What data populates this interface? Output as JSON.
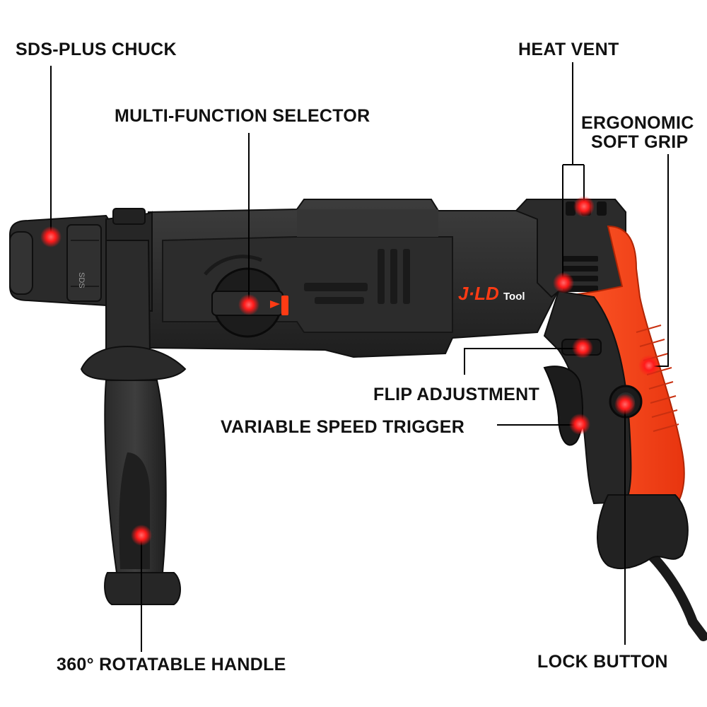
{
  "brand": {
    "logo_main": "J·LD",
    "logo_sub": "Tool"
  },
  "chuck_marking": "SDS",
  "colors": {
    "accent": "#ff3b14",
    "body_dark": "#2a2a2a",
    "body_mid": "#3a3a3a",
    "marker": "#ff1a1a",
    "text": "#111111",
    "leader": "#000000"
  },
  "callouts": [
    {
      "id": "sds-plus-chuck",
      "label": "SDS-PLUS CHUCK"
    },
    {
      "id": "multi-function-selector",
      "label": "MULTI-FUNCTION SELECTOR"
    },
    {
      "id": "heat-vent",
      "label": "HEAT VENT"
    },
    {
      "id": "ergonomic-soft-grip",
      "label_line1": "ERGONOMIC",
      "label_line2": "SOFT GRIP"
    },
    {
      "id": "flip-adjustment",
      "label": "FLIP ADJUSTMENT"
    },
    {
      "id": "variable-speed-trigger",
      "label": "VARIABLE SPEED TRIGGER"
    },
    {
      "id": "rotatable-handle",
      "label": "360° ROTATABLE HANDLE"
    },
    {
      "id": "lock-button",
      "label": "LOCK BUTTON"
    }
  ]
}
